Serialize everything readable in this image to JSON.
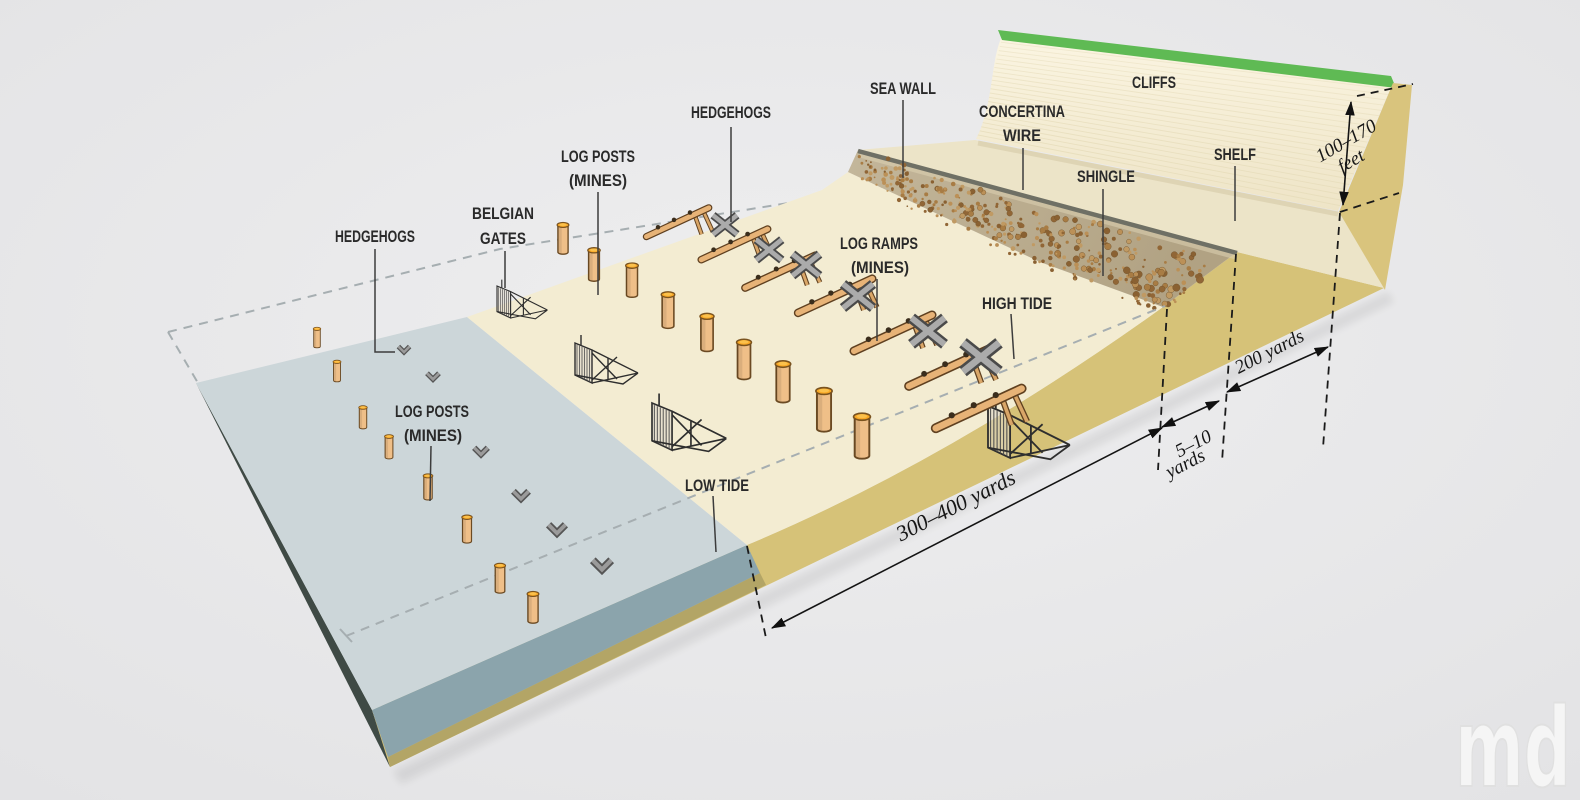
{
  "labels": {
    "hedgehogs_water": "HEDGEHOGS",
    "belgian_gates": {
      "l1": "BELGIAN",
      "l2": "GATES"
    },
    "log_posts_beach": {
      "l1": "LOG POSTS",
      "l2": "(MINES)"
    },
    "hedgehogs_beach": "HEDGEHOGS",
    "sea_wall": "SEA WALL",
    "concertina_wire": {
      "l1": "CONCERTINA",
      "l2": "WIRE"
    },
    "cliffs": "CLIFFS",
    "shingle": "SHINGLE",
    "shelf": "SHELF",
    "log_ramps": {
      "l1": "LOG RAMPS",
      "l2": "(MINES)"
    },
    "high_tide": "HIGH TIDE",
    "low_tide": "LOW TIDE",
    "log_posts_water": {
      "l1": "LOG POSTS",
      "l2": "(MINES)"
    }
  },
  "dimensions": {
    "beach_width": "300–400 yards",
    "sea_wall_width_line1": "5–10",
    "sea_wall_width_line2": "yards",
    "shelf_width": "200 yards",
    "cliff_height_line1": "100–170",
    "cliff_height_line2": "feet"
  },
  "watermark": "md",
  "colors": {
    "bg": "#e9e9ea",
    "water_surface": "#ccd6d9",
    "water_front": "#8ba4ac",
    "water_side_dark": "#3f4a45",
    "wet_sand": "#b3a566",
    "beach": "#f3ecd2",
    "beach_front": "#d6c278",
    "wall_band": "#bcae90",
    "wall_line": "#6f7065",
    "shelf": "#ece4c8",
    "shelf_shadow": "#dcd2b2",
    "cliff": "#f8f1da",
    "cliff_stria": "#e6dcba",
    "cliff_top_green": "#5fba54",
    "right_face": "#d9c47d",
    "log_body": "#efbf88",
    "log_top": "#f9a825",
    "log_stroke": "#6b4a23",
    "hedgehog": "#ababab",
    "hedgehog_dark": "#4a4a4a",
    "gate_stroke": "#2e2e2e",
    "ramp_log": "#e7b377",
    "mine": "#3a2d1c",
    "pebbles": [
      "#a87c44",
      "#916636",
      "#bb9057",
      "#8a6132",
      "#c09a63"
    ]
  },
  "obstacles": {
    "water_posts": [
      [
        317,
        347,
        0.55
      ],
      [
        337,
        381,
        0.58
      ],
      [
        363,
        428,
        0.62
      ],
      [
        389,
        458,
        0.65
      ],
      [
        428,
        499,
        0.7
      ],
      [
        467,
        542,
        0.75
      ],
      [
        500,
        592,
        0.8
      ],
      [
        533,
        622,
        0.85
      ]
    ],
    "water_hedgehog_tips": [
      [
        404,
        350,
        0.7
      ],
      [
        433,
        377,
        0.75
      ],
      [
        481,
        452,
        0.85
      ],
      [
        521,
        496,
        0.95
      ],
      [
        557,
        530,
        1.05
      ],
      [
        602,
        566,
        1.15
      ]
    ],
    "belgian_gates": [
      [
        497,
        286,
        0.8
      ],
      [
        575,
        343,
        1.0
      ],
      [
        652,
        403,
        1.18
      ],
      [
        988,
        406,
        1.3
      ]
    ],
    "beach_posts": [
      [
        563,
        253,
        0.85
      ],
      [
        594,
        280,
        0.9
      ],
      [
        632,
        296,
        0.92
      ],
      [
        668,
        327,
        0.98
      ],
      [
        707,
        350,
        1.02
      ],
      [
        744,
        378,
        1.08
      ],
      [
        783,
        401,
        1.12
      ],
      [
        824,
        430,
        1.18
      ],
      [
        862,
        457,
        1.22
      ]
    ],
    "log_ramps": [
      [
        648,
        235,
        0.8
      ],
      [
        703,
        258,
        0.85
      ],
      [
        747,
        286,
        0.9
      ],
      [
        800,
        311,
        0.95
      ],
      [
        856,
        349,
        1.0
      ],
      [
        911,
        384,
        1.05
      ],
      [
        938,
        426,
        1.1
      ]
    ],
    "beach_hedgehogs": [
      [
        725,
        224,
        0.8
      ],
      [
        769,
        249,
        0.85
      ],
      [
        806,
        264,
        0.9
      ],
      [
        858,
        295,
        1.0
      ],
      [
        928,
        330,
        1.1
      ],
      [
        981,
        356,
        1.2
      ]
    ]
  }
}
